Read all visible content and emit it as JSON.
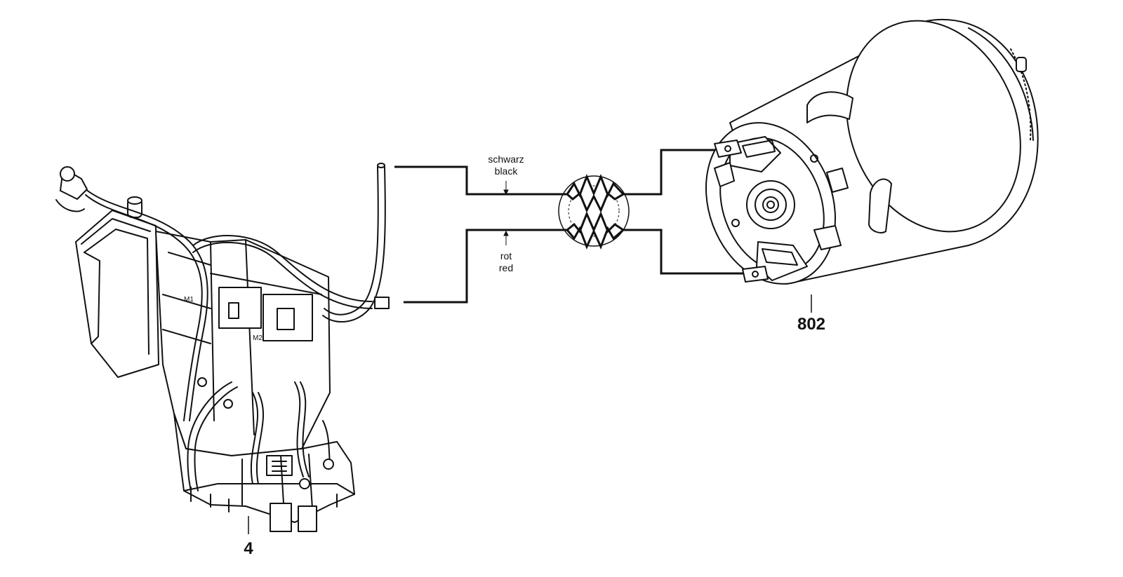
{
  "parts": [
    {
      "number": "4",
      "component": "switch"
    },
    {
      "number": "802",
      "component": "motor"
    }
  ],
  "wires": [
    {
      "label_de": "schwarz",
      "label_en": "black"
    },
    {
      "label_de": "rot",
      "label_en": "red"
    }
  ],
  "colors": {
    "stroke": "#111111",
    "background": "#ffffff"
  }
}
